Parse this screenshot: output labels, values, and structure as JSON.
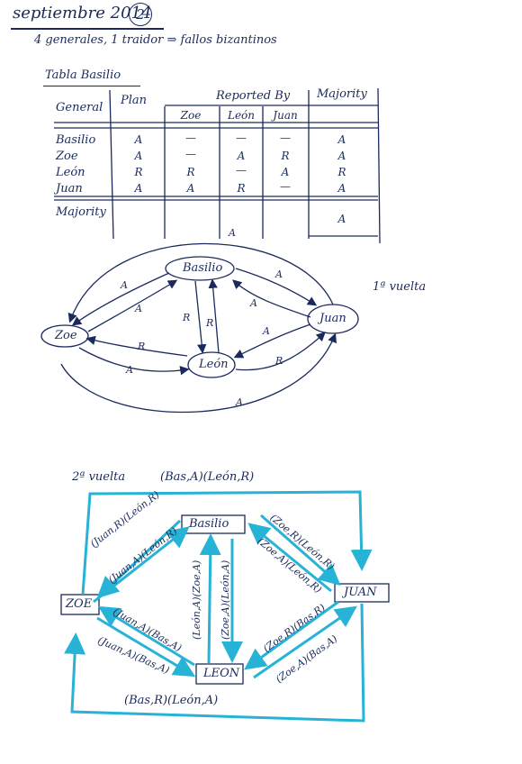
{
  "header": {
    "date": "septiembre 2014",
    "page_number": "2",
    "subtitle": "4 generales, 1 traidor ⇒ fallos bizantinos"
  },
  "table": {
    "title": "Tabla Basilio",
    "col_general": "General",
    "col_plan": "Plan",
    "col_reported_by": "Reported By",
    "col_majority": "Majority",
    "sub_cols": [
      "Zoe",
      "León",
      "Juan"
    ],
    "rows": [
      {
        "name": "Basilio",
        "plan": "A",
        "zoe": "—",
        "leon": "—",
        "juan": "—",
        "majority": "A"
      },
      {
        "name": "Zoe",
        "plan": "A",
        "zoe": "—",
        "leon": "A",
        "juan": "R",
        "majority": "A"
      },
      {
        "name": "León",
        "plan": "R",
        "zoe": "R",
        "leon": "—",
        "juan": "A",
        "majority": "R"
      },
      {
        "name": "Juan",
        "plan": "A",
        "zoe": "A",
        "leon": "R",
        "juan": "—",
        "majority": "A"
      }
    ],
    "majority_row_label": "Majority",
    "majority_row_value": "A"
  },
  "diagram1": {
    "label": "1ª vuelta",
    "nodes": {
      "basilio": "Basilio",
      "zoe": "Zoe",
      "juan": "Juan",
      "leon": "León"
    },
    "edge_labels": {
      "top_arc": "A",
      "bottom_arc": "A",
      "bz_upper": "A",
      "bz_lower": "A",
      "bj_upper": "A",
      "bj_lower": "A",
      "bl_left": "R",
      "bl_right": "R",
      "zl_upper": "R",
      "zl_lower": "A",
      "jl_upper": "A",
      "jl_lower": "R"
    }
  },
  "diagram2": {
    "label": "2ª vuelta",
    "top_note": "(Bas,A)(León,R)",
    "nodes": {
      "basilio": "Basilio",
      "zoe": "ZOE",
      "juan": "JUAN",
      "leon": "LEON"
    },
    "edge_labels": {
      "bz_upper": "(Juan,R)(León,R)",
      "bz_lower": "(Juan,A)(León,R)",
      "bj_upper": "(Zoe,R)(León,R)",
      "bj_lower": "(Zoe,A)(León,R)",
      "bl_left": "(León,A)(Zoe,A)",
      "bl_right": "(Zoe,A)(León,A)",
      "zl_upper": "(Juan,A)(Bas,A)",
      "zl_lower": "(Juan,A)(Bas,A)",
      "jl_upper": "(Zoe,R)(Bas,R)",
      "jl_lower": "(Zoe,A)(Bas,A)",
      "bottom_arc": "(Bas,R)(León,A)"
    }
  },
  "colors": {
    "ink": "#1a2a5c",
    "cyan": "#27b3d6"
  }
}
